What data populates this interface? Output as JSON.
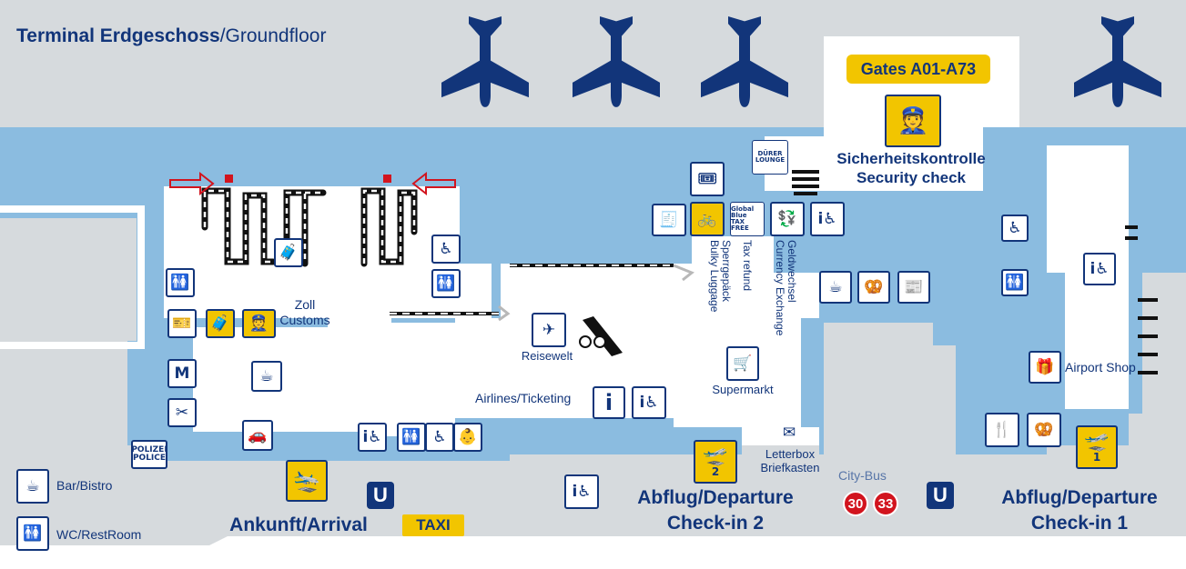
{
  "title": {
    "bold": "Terminal Erdgeschoss",
    "rest": "/Groundfloor"
  },
  "colors": {
    "navy": "#12357a",
    "hall_blue": "#8bbce0",
    "floor_grey": "#d6dadd",
    "yellow": "#f2c500",
    "red": "#d2141e"
  },
  "labels": {
    "gates": "Gates A01-A73",
    "security_de": "Sicherheitskontrolle",
    "security_en": "Security check",
    "zoll": "Zoll",
    "customs": "Customs",
    "reisewelt": "Reisewelt",
    "airlines": "Airlines/Ticketing",
    "supermarkt": "Supermarkt",
    "letterbox": "Letterbox",
    "briefkasten": "Briefkasten",
    "airport_shop": "Airport Shop",
    "police_1": "POLIZEI",
    "police_2": "POLICE",
    "citybus": "City-Bus",
    "taxi": "TAXI",
    "ubahn": "U",
    "gate_1": "1",
    "gate_2": "2",
    "lounge_1": "DÜRER",
    "lounge_2": "LOUNGE",
    "taxfree_1": "Global Blue",
    "taxfree_2": "TAX FREE"
  },
  "vertical_labels": {
    "sperrgepaeck": "Sperrgepäck",
    "bulky": "Bulky Luggage",
    "taxrefund": "Tax refund",
    "geldwechsel": "Geldwechsel",
    "currency": "Currency Exchange"
  },
  "areas": {
    "arrival": "Ankunft/Arrival",
    "departure2_1": "Abflug/Departure",
    "departure2_2": "Check-in 2",
    "departure1_1": "Abflug/Departure",
    "departure1_2": "Check-in 1"
  },
  "bus_lines": [
    "30",
    "33"
  ],
  "legend": [
    {
      "icon": "coffee-cup-icon",
      "label": "Bar/Bistro"
    },
    {
      "icon": "restroom-icon",
      "label": "WC/RestRoom"
    }
  ]
}
